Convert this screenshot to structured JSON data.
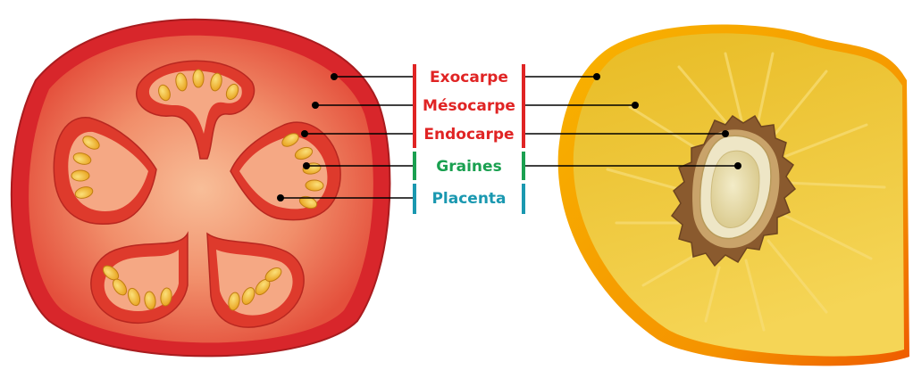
{
  "labels": {
    "exocarpe": "Exocarpe",
    "mesocarpe": "Mésocarpe",
    "endocarpe": "Endocarpe",
    "graines": "Graines",
    "placenta": "Placenta"
  },
  "colors": {
    "pericarp_group": "#e02424",
    "seeds_group": "#1aa050",
    "placenta_group": "#1a98b0",
    "tomato_skin": "#d8262b",
    "tomato_flesh": "#f08060",
    "tomato_core": "#f7b48c",
    "tomato_seed": "#f1b72b",
    "peach_skin": "#f5a200",
    "peach_flesh": "#f2c431",
    "peach_stone": "#8a5a2e",
    "peach_kernel": "#ebe0b6"
  }
}
